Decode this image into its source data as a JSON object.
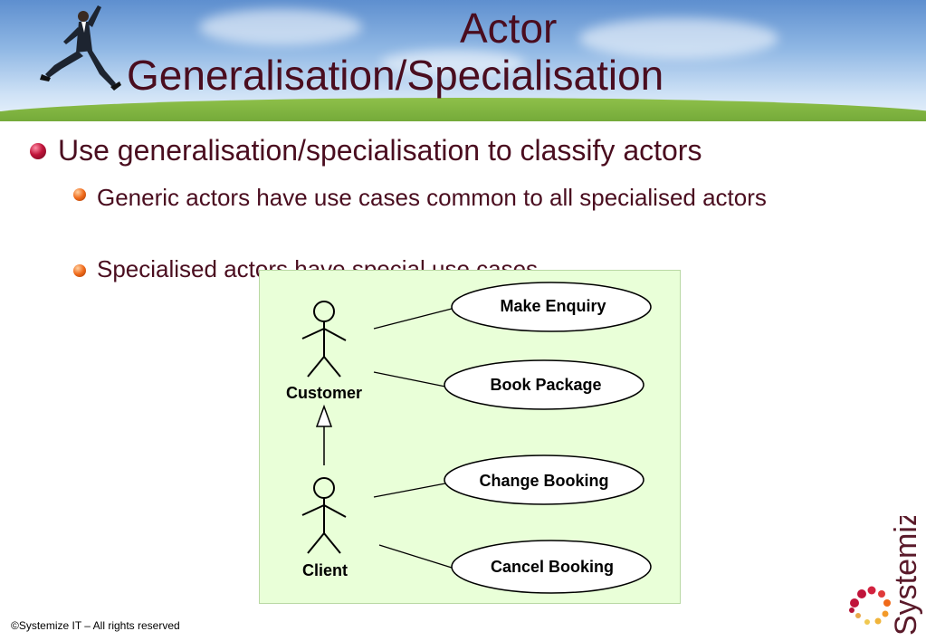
{
  "slide": {
    "title_line1": "Actor",
    "title_line2": "Generalisation/Specialisation",
    "bullets": [
      "Use generalisation/specialisation to classify actors",
      "Generic actors have use cases common to all specialised actors",
      "Specialised actors have special use cases"
    ],
    "footer": "©Systemize IT – All rights reserved",
    "logo_text": "Systemize IT"
  },
  "diagram": {
    "actors": [
      {
        "id": "customer",
        "label": "Customer"
      },
      {
        "id": "client",
        "label": "Client"
      }
    ],
    "use_cases": [
      {
        "id": "make-enquiry",
        "label": "Make Enquiry",
        "actor": "customer"
      },
      {
        "id": "book-package",
        "label": "Book Package",
        "actor": "customer"
      },
      {
        "id": "change-booking",
        "label": "Change Booking",
        "actor": "client"
      },
      {
        "id": "cancel-booking",
        "label": "Cancel Booking",
        "actor": "client"
      }
    ],
    "generalisation": {
      "from": "client",
      "to": "customer"
    }
  },
  "colors": {
    "title": "#4a0d1f",
    "diagram_background": "#e9ffd8",
    "bullet_level1": "#c0143a",
    "bullet_level2": "#f06a1a"
  }
}
